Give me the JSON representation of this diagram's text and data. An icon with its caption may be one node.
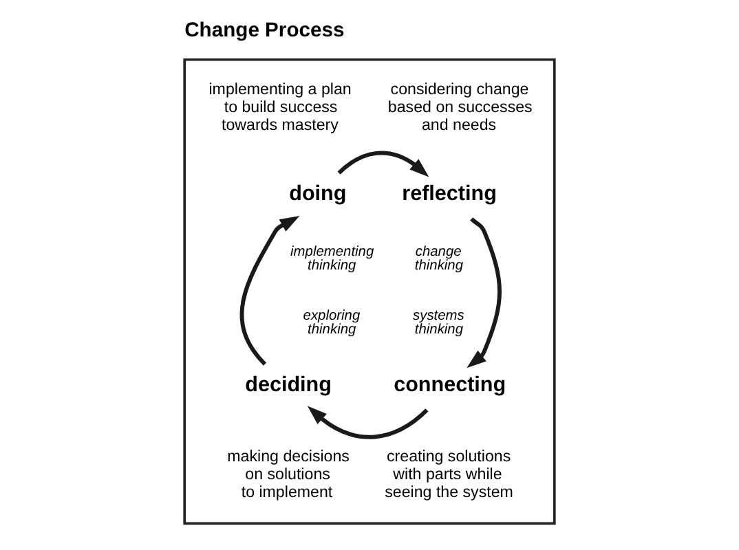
{
  "diagram": {
    "title": "Change Process",
    "nodes": [
      {
        "text": [],
        "shape": "box"
      },
      {
        "text": [
          "doing"
        ],
        "in": 0,
        "beside": [
          "implementing a plan to build success towards mastery",
          "implementing thinking"
        ]
      },
      {
        "text": [
          "reflecting"
        ],
        "in": 0,
        "beside": [
          "considering change based on successes and needs",
          "change thinking"
        ]
      },
      {
        "text": [
          "deciding"
        ],
        "in": 0,
        "beside": [
          "exploring thinking",
          "making decisions on solutions to implement"
        ]
      },
      {
        "text": [
          "connecting"
        ],
        "in": 0,
        "beside": [
          "systems thinking",
          "creating solutions with parts while seeing the system"
        ]
      }
    ],
    "edges": [
      {
        "from": 1,
        "to": 2,
        "arrow": "to"
      },
      {
        "from": 2,
        "to": 4,
        "arrow": "to"
      },
      {
        "from": 4,
        "to": 3,
        "arrow": "to"
      },
      {
        "from": 3,
        "to": 1,
        "arrow": "to"
      }
    ]
  }
}
